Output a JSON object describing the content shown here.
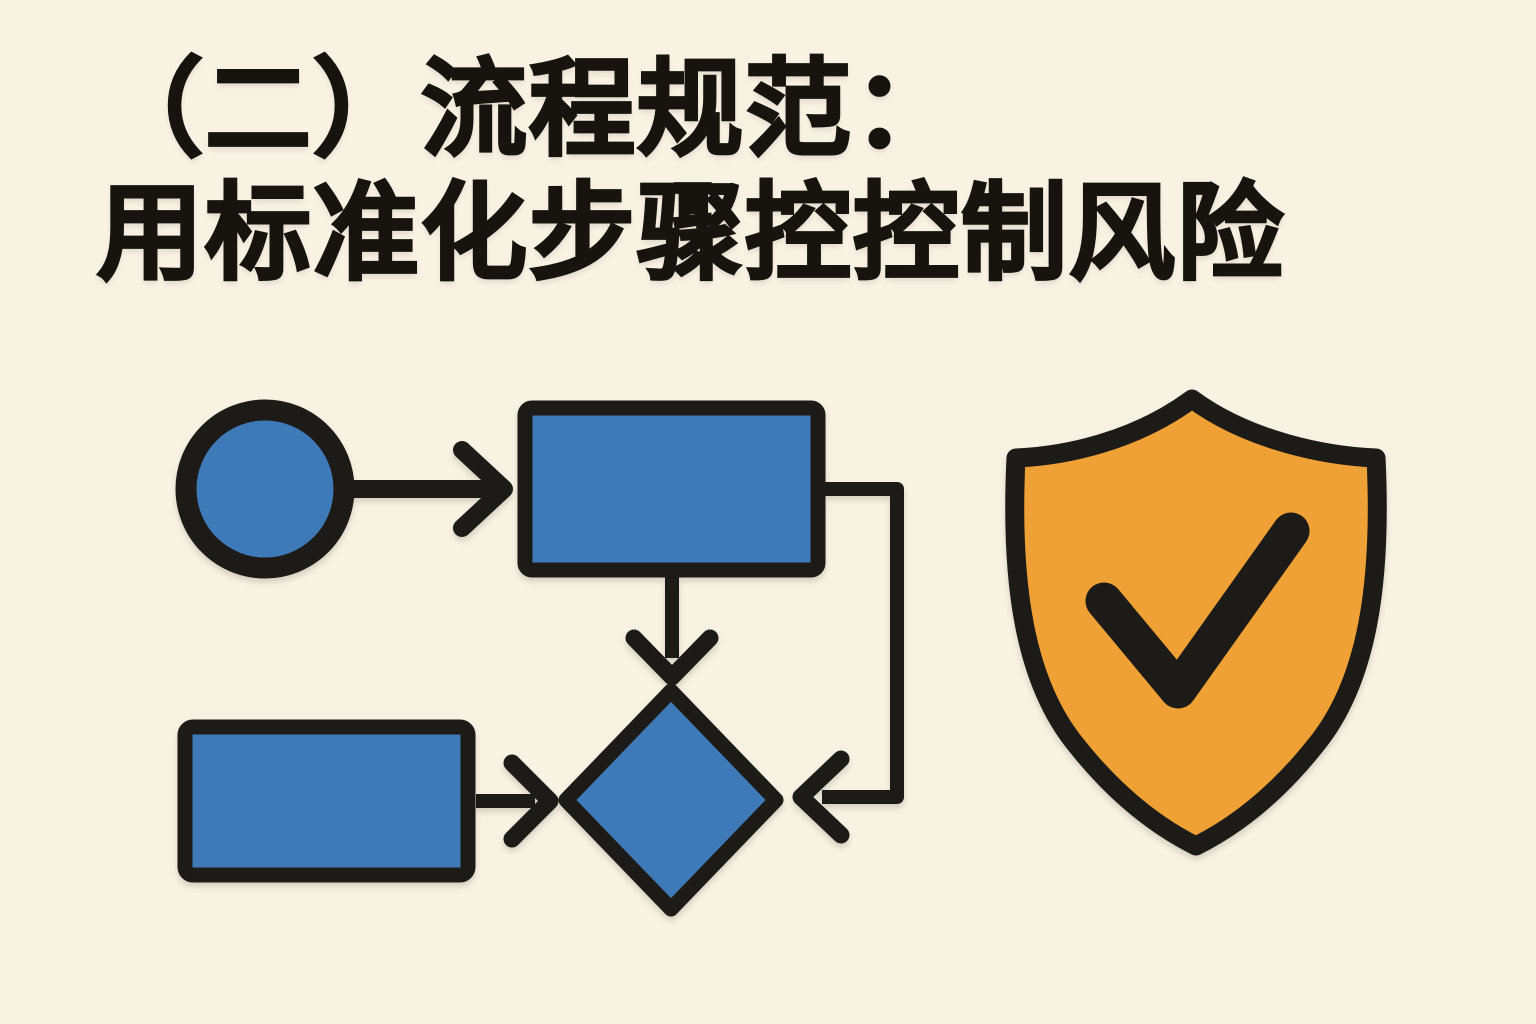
{
  "title": {
    "line1": "（二）流程规范：",
    "line2": "用标准化步骤控控制风险"
  },
  "colors": {
    "background": "#F8F2E3",
    "node_blue": "#3D7AB7",
    "line_black": "#1D1B18",
    "shield_orange": "#EFA135",
    "text_black": "#17140F"
  },
  "icons": {
    "flowchart": "flowchart-diagram",
    "start_node": "start-circle-node",
    "process_node_1": "process-rectangle-node",
    "process_node_2": "process-rectangle-node-2",
    "decision_node": "decision-diamond-node",
    "shield": "shield-check-icon",
    "checkmark": "checkmark-icon"
  }
}
